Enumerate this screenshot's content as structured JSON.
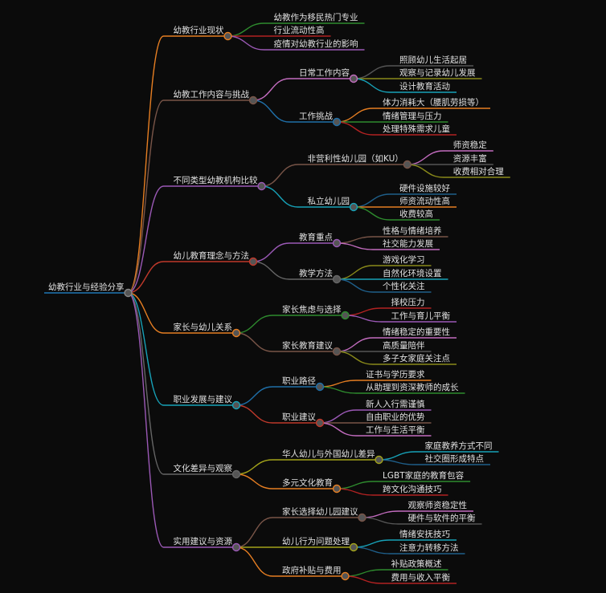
{
  "root": {
    "text": "幼教行业与经验分享",
    "color": "#1f77b4"
  },
  "branches": [
    {
      "text": "幼教行业现状",
      "color": "#e67e22",
      "children": [
        {
          "text": "幼教作为移民热门专业",
          "color": "#2e8b2e"
        },
        {
          "text": "行业流动性高",
          "color": "#b22222"
        },
        {
          "text": "疫情对幼教行业的影响",
          "color": "#9b59b6"
        }
      ]
    },
    {
      "text": "幼教工作内容与挑战",
      "color": "#795548",
      "children": [
        {
          "text": "日常工作内容",
          "color": "#c36cbf",
          "children": [
            {
              "text": "照顾幼儿生活起居",
              "color": "#555555"
            },
            {
              "text": "观察与记录幼儿发展",
              "color": "#8a8a1a"
            },
            {
              "text": "设计教育活动",
              "color": "#17a2b8"
            }
          ]
        },
        {
          "text": "工作挑战",
          "color": "#1f6fa8",
          "children": [
            {
              "text": "体力消耗大（腰肌劳损等）",
              "color": "#e67e22"
            },
            {
              "text": "情绪管理与压力",
              "color": "#2e8b2e"
            },
            {
              "text": "处理特殊需求儿童",
              "color": "#b22222"
            }
          ]
        }
      ]
    },
    {
      "text": "不同类型幼教机构比较",
      "color": "#9b59b6",
      "children": [
        {
          "text": "非营利性幼儿园（如KU）",
          "color": "#795548",
          "children": [
            {
              "text": "师资稳定",
              "color": "#c36cbf"
            },
            {
              "text": "资源丰富",
              "color": "#555555"
            },
            {
              "text": "收费相对合理",
              "color": "#8a8a1a"
            }
          ]
        },
        {
          "text": "私立幼儿园",
          "color": "#17a2b8",
          "children": [
            {
              "text": "硬件设施较好",
              "color": "#1f5f8a"
            },
            {
              "text": "师资流动性高",
              "color": "#e67e22"
            },
            {
              "text": "收费较高",
              "color": "#2e8b2e"
            }
          ]
        }
      ]
    },
    {
      "text": "幼儿教育理念与方法",
      "color": "#c0392b",
      "children": [
        {
          "text": "教育重点",
          "color": "#9b59b6",
          "children": [
            {
              "text": "性格与情绪培养",
              "color": "#795548"
            },
            {
              "text": "社交能力发展",
              "color": "#c36cbf"
            }
          ]
        },
        {
          "text": "教学方法",
          "color": "#666666",
          "children": [
            {
              "text": "游戏化学习",
              "color": "#8a8a1a"
            },
            {
              "text": "自然化环境设置",
              "color": "#17a2b8"
            },
            {
              "text": "个性化关注",
              "color": "#1f5f8a"
            }
          ]
        }
      ]
    },
    {
      "text": "家长与幼儿关系",
      "color": "#e67e22",
      "children": [
        {
          "text": "家长焦虑与选择",
          "color": "#2e8b2e",
          "children": [
            {
              "text": "择校压力",
              "color": "#b22222"
            },
            {
              "text": "工作与育儿平衡",
              "color": "#9b59b6"
            }
          ]
        },
        {
          "text": "家长教育建议",
          "color": "#795548",
          "children": [
            {
              "text": "情绪稳定的重要性",
              "color": "#c36cbf"
            },
            {
              "text": "高质量陪伴",
              "color": "#555555"
            },
            {
              "text": "多子女家庭关注点",
              "color": "#8a8a1a"
            }
          ]
        }
      ]
    },
    {
      "text": "职业发展与建议",
      "color": "#17a2b8",
      "children": [
        {
          "text": "职业路径",
          "color": "#1f6fa8",
          "children": [
            {
              "text": "证书与学历要求",
              "color": "#e67e22"
            },
            {
              "text": "从助理到资深教师的成长",
              "color": "#2e8b2e"
            }
          ]
        },
        {
          "text": "职业建议",
          "color": "#c0392b",
          "children": [
            {
              "text": "新人入行需谨慎",
              "color": "#9b59b6"
            },
            {
              "text": "自由职业的优势",
              "color": "#795548"
            },
            {
              "text": "工作与生活平衡",
              "color": "#c36cbf"
            }
          ]
        }
      ]
    },
    {
      "text": "文化差异与观察",
      "color": "#666666",
      "children": [
        {
          "text": "华人幼儿与外国幼儿差异",
          "color": "#a3a31a",
          "children": [
            {
              "text": "家庭教养方式不同",
              "color": "#17a2b8"
            },
            {
              "text": "社交圈形成特点",
              "color": "#1f5f8a"
            }
          ]
        },
        {
          "text": "多元文化教育",
          "color": "#e67e22",
          "children": [
            {
              "text": "LGBT家庭的教育包容",
              "color": "#2e8b2e"
            },
            {
              "text": "跨文化沟通技巧",
              "color": "#b22222"
            }
          ]
        }
      ]
    },
    {
      "text": "实用建议与资源",
      "color": "#9b59b6",
      "children": [
        {
          "text": "家长选择幼儿园建议",
          "color": "#795548",
          "children": [
            {
              "text": "观察师资稳定性",
              "color": "#c36cbf"
            },
            {
              "text": "硬件与软件的平衡",
              "color": "#555555"
            }
          ]
        },
        {
          "text": "幼儿行为问题处理",
          "color": "#a3a31a",
          "children": [
            {
              "text": "情绪安抚技巧",
              "color": "#17a2b8"
            },
            {
              "text": "注意力转移方法",
              "color": "#1f5f8a"
            }
          ]
        },
        {
          "text": "政府补贴与费用",
          "color": "#e67e22",
          "children": [
            {
              "text": "补贴政策概述",
              "color": "#2e8b2e"
            },
            {
              "text": "费用与收入平衡",
              "color": "#b22222"
            }
          ]
        }
      ]
    }
  ]
}
